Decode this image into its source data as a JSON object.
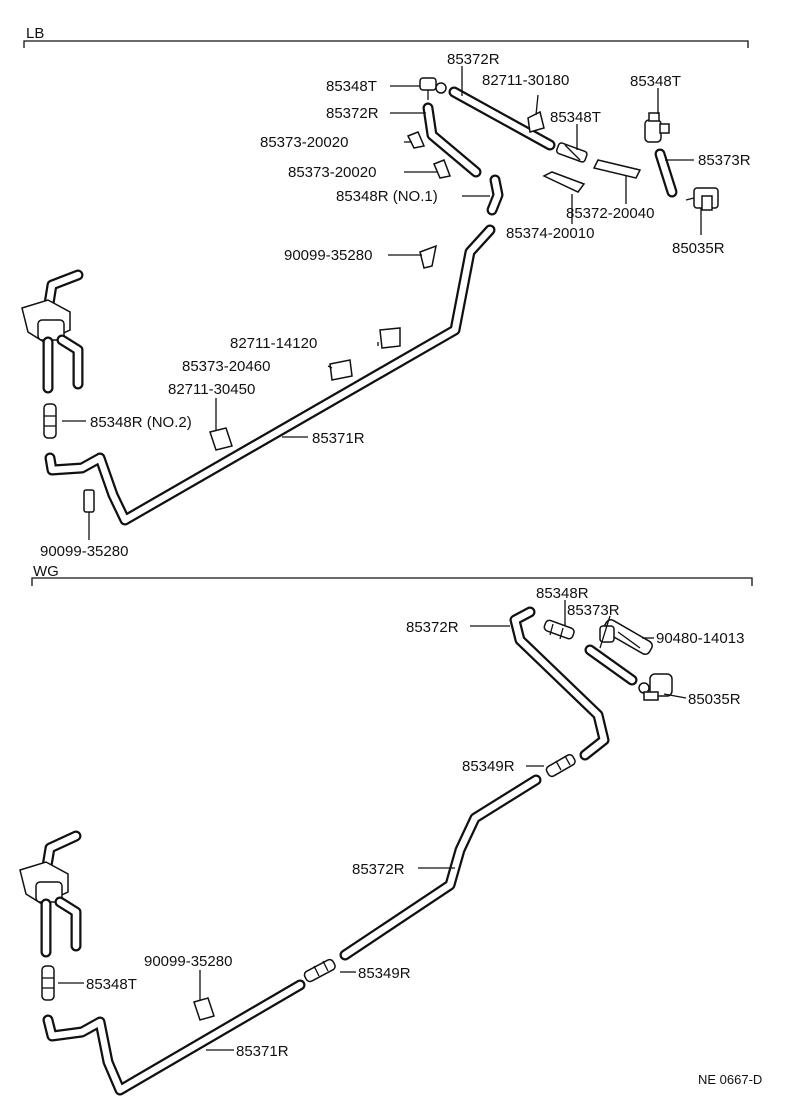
{
  "sections": [
    {
      "id": "lb",
      "title": "LB"
    },
    {
      "id": "wg",
      "title": "WG"
    }
  ],
  "labels": {
    "lb": [
      "85372R",
      "82711-30180",
      "85348T",
      "85372R",
      "85348T",
      "85348T",
      "85373-20020",
      "85373-20020",
      "85373R",
      "85348R (NO.1)",
      "85372-20040",
      "85374-20010",
      "85035R",
      "90099-35280",
      "82711-14120",
      "85373-20460",
      "82711-30450",
      "85348R (NO.2)",
      "85371R",
      "90099-35280"
    ],
    "wg": [
      "85348R",
      "85373R",
      "85372R",
      "90480-14013",
      "85035R",
      "85349R",
      "85372R",
      "90099-35280",
      "85349R",
      "85348T",
      "85371R"
    ]
  },
  "drawing_code": "NE 0667-D"
}
